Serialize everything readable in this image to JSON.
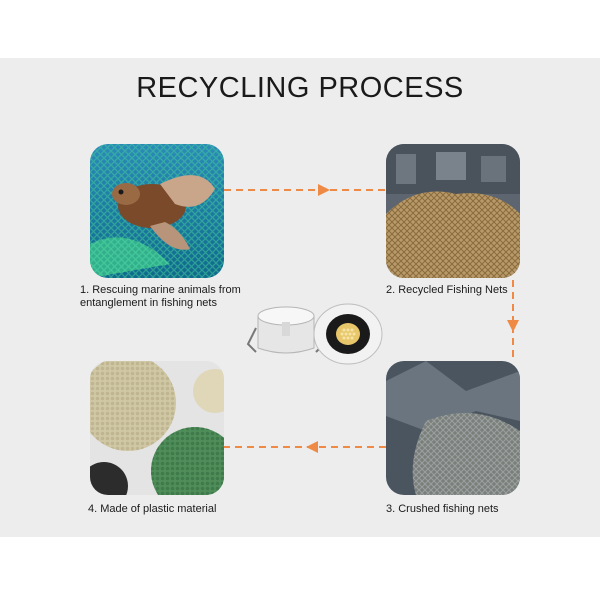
{
  "title": "RECYCLING PROCESS",
  "steps": [
    {
      "label": "1. Rescuing marine animals from entanglement in fishing nets"
    },
    {
      "label": "2. Recycled Fishing Nets"
    },
    {
      "label": "3. Crushed fishing nets"
    },
    {
      "label": "4. Made of plastic material"
    }
  ],
  "colors": {
    "arrow": "#ee8a45",
    "panel": "#ededed",
    "title": "#1a1a1a"
  },
  "icons": {
    "step1": "sea-turtle-in-net-photo",
    "step2": "fishing-net-pile-photo",
    "step3": "crushed-net-photo",
    "step4": "plastic-pellets-photo",
    "center": "recessed-downlight-product"
  }
}
